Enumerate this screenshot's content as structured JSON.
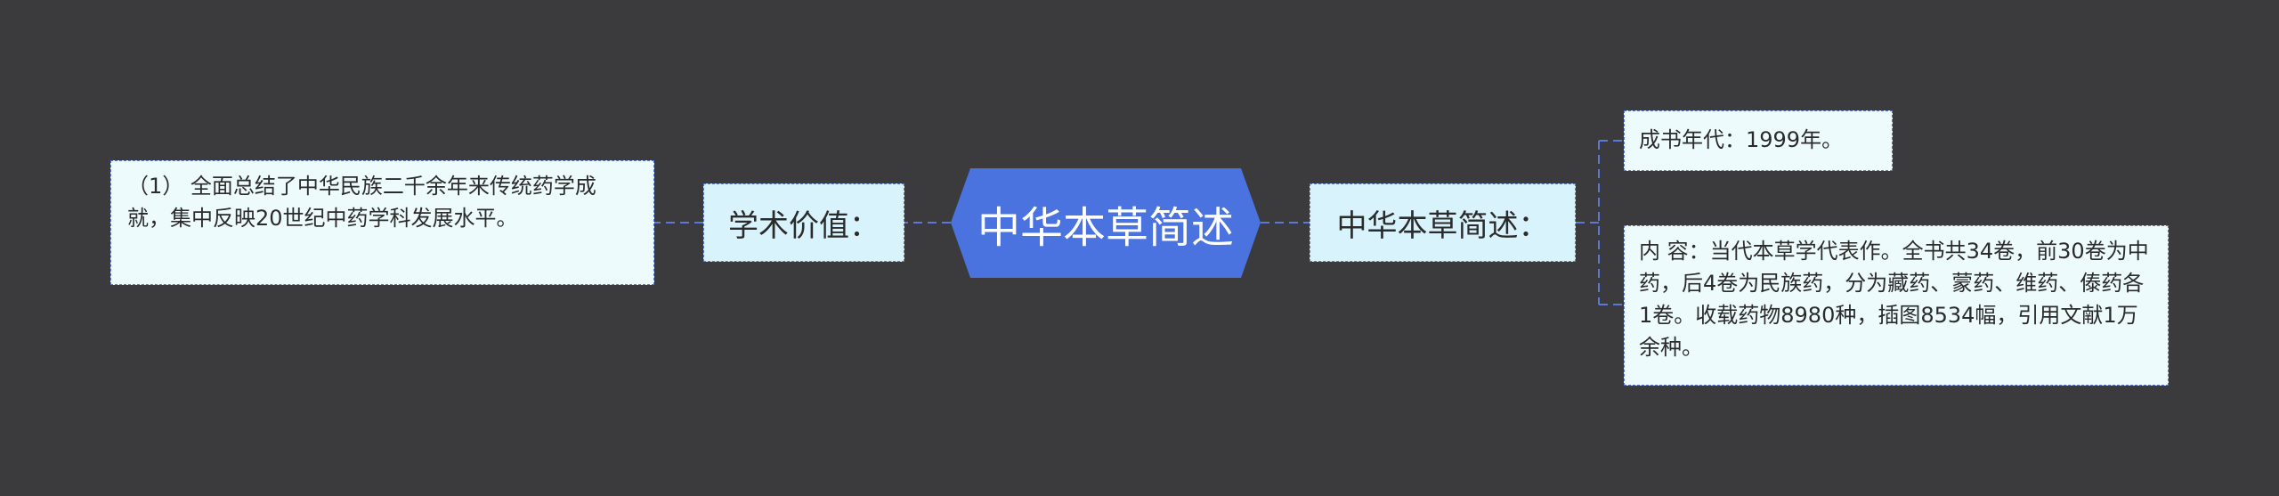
{
  "root": {
    "label": "中华本草简述"
  },
  "left_branch": {
    "label": "学术价值：",
    "leaf": "（1） 全面总结了中华民族二千余年来传统药学成就，集中反映20世纪中药学科发展水平。"
  },
  "right_branch": {
    "label": "中华本草简述：",
    "leaves": [
      "成书年代：1999年。",
      "内 容：当代本草学代表作。全书共34卷，前30卷为中药，后4卷为民族药，分为藏药、蒙药、维药、傣药各1卷。收载药物8980种，插图8534幅，引用文献1万余种。"
    ]
  },
  "colors": {
    "background": "#3b3a3d",
    "root_fill": "#4a73e0",
    "branch_fill": "#d8f3fb",
    "leaf_fill": "#eefbfd",
    "connector": "#5b78d6"
  }
}
